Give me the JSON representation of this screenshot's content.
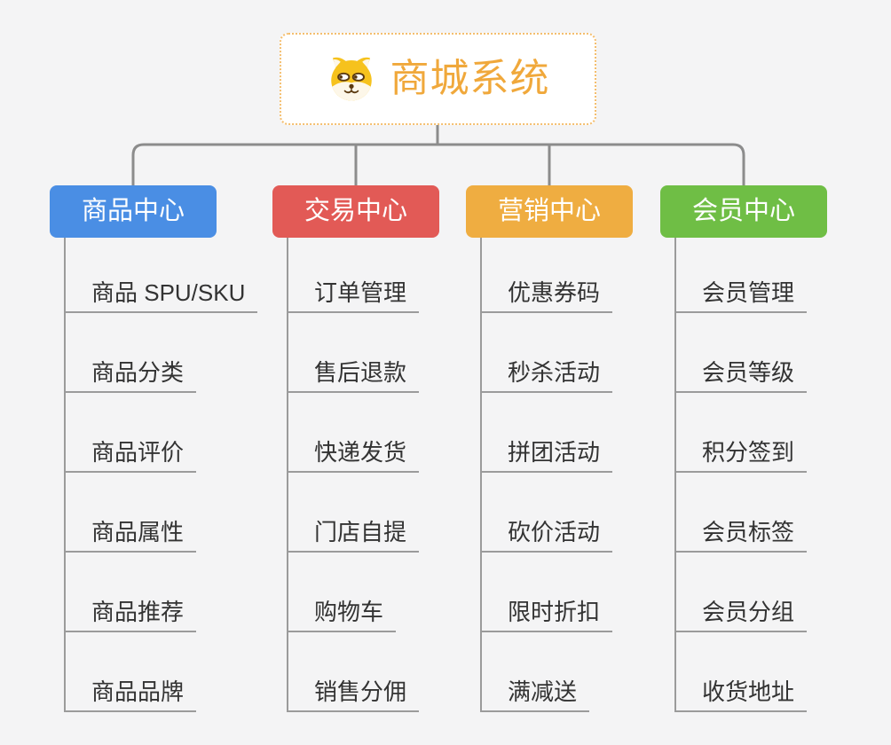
{
  "root": {
    "title": "商城系统",
    "icon": "shiba-dog-face"
  },
  "branches": [
    {
      "label": "商品中心",
      "color": "#4a8ee4",
      "children": [
        "商品 SPU/SKU",
        "商品分类",
        "商品评价",
        "商品属性",
        "商品推荐",
        "商品品牌"
      ]
    },
    {
      "label": "交易中心",
      "color": "#e25a56",
      "children": [
        "订单管理",
        "售后退款",
        "快递发货",
        "门店自提",
        "购物车",
        "销售分佣"
      ]
    },
    {
      "label": "营销中心",
      "color": "#efad41",
      "children": [
        "优惠券码",
        "秒杀活动",
        "拼团活动",
        "砍价活动",
        "限时折扣",
        "满减送"
      ]
    },
    {
      "label": "会员中心",
      "color": "#6fbe45",
      "children": [
        "会员管理",
        "会员等级",
        "积分签到",
        "会员标签",
        "会员分组",
        "收货地址"
      ]
    }
  ],
  "palette": {
    "background": "#f4f4f5",
    "root_accent": "#f0a83b",
    "root_border": "#f4be6e",
    "trunk_connector": "#8c8c8c",
    "child_connector": "#9b9b9b",
    "child_text": "#333333"
  }
}
